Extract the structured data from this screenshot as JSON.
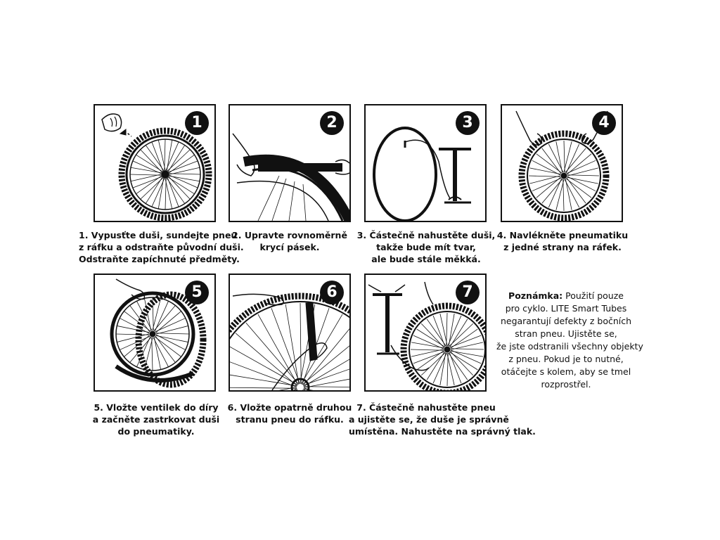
{
  "steps": [
    {
      "number": "1",
      "lines": [
        "1. Vypusťte duši, sundejte pneu",
        "z ráfku a odstraňte původní duši.",
        "Odstraňte zapíchnuté předměty."
      ],
      "art": "deflate-tube-illustration"
    },
    {
      "number": "2",
      "lines": [
        "2. Upravte rovnoměrně",
        "krycí pásek."
      ],
      "art": "rim-tape-illustration"
    },
    {
      "number": "3",
      "lines": [
        "3. Částečně nahustěte duši,",
        "takže bude mít tvar,",
        "ale bude stále měkká."
      ],
      "art": "inflate-tube-illustration"
    },
    {
      "number": "4",
      "lines": [
        "4. Navlékněte pneumatiku",
        "z jedné strany na ráfek."
      ],
      "art": "mount-tire-side-illustration"
    },
    {
      "number": "5",
      "lines": [
        "5. Vložte ventilek do díry",
        "a začněte zastrkovat duši",
        "do pneumatiky."
      ],
      "art": "insert-valve-illustration"
    },
    {
      "number": "6",
      "lines": [
        "6. Vložte opatrně druhou",
        "stranu pneu do ráfku."
      ],
      "art": "seat-tire-illustration"
    },
    {
      "number": "7",
      "lines": [
        "7. Částečně nahustěte pneu",
        "a ujistěte se, že duše je správně",
        "umístěna. Nahustěte na správný tlak."
      ],
      "art": "final-inflate-illustration"
    }
  ],
  "note": {
    "title": "Poznámka:",
    "first_line_rest": " Použití pouze",
    "lines": [
      "pro cyklo. LITE Smart Tubes",
      "negarantují defekty z bočních",
      "stran pneu. Ujistěte se,",
      "že jste odstranili všechny objekty",
      "z pneu. Pokud je to nutné,",
      "otáčejte s kolem, aby se tmel",
      "rozprostřel."
    ]
  },
  "colors": {
    "ink": "#111111",
    "background": "#ffffff"
  }
}
